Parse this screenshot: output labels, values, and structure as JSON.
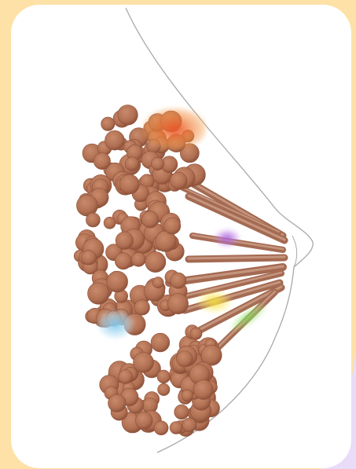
{
  "colors": {
    "frame": "#fde1a6",
    "frame_lavender": "#e9dcf8",
    "card": "#ffffff",
    "outline": "#a9a9a9",
    "tissue": "#b06f52",
    "tissue_dark": "#8f533b",
    "tissue_light": "#c98a6b",
    "duct": "#a46a52",
    "duct_light": "#c4947d"
  },
  "markers": [
    {
      "name": "orange-lesion",
      "color": "#f6a04a",
      "core": "#e9542a"
    },
    {
      "name": "purple-lesion",
      "color": "#c98ae6",
      "core": "#a65bdc"
    },
    {
      "name": "yellow-lesion",
      "color": "#fff07c",
      "core": "#f4da33"
    },
    {
      "name": "green-lesion",
      "color": "#b7ea86",
      "core": "#6fd24f"
    },
    {
      "name": "blue-lesion",
      "color": "#bfe3f6",
      "core": "#7cc7ec"
    }
  ]
}
